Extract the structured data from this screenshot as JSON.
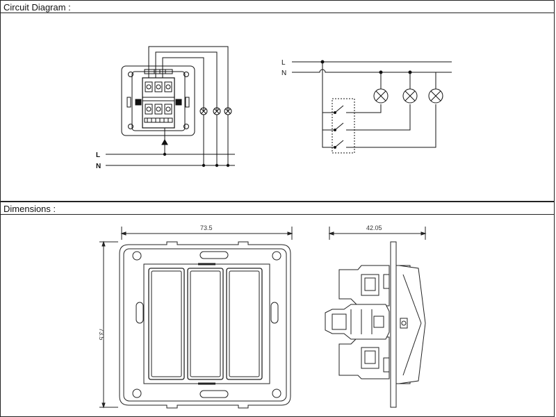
{
  "sections": {
    "circuit_title": "Circuit Diagram :",
    "dimensions_title": "Dimensions :"
  },
  "circuit": {
    "line_label": "L",
    "neutral_label": "N",
    "schematic_line_label": "L",
    "schematic_neutral_label": "N"
  },
  "dimensions": {
    "front_width": "73.5",
    "front_height": "73.5",
    "side_depth": "42.05"
  }
}
